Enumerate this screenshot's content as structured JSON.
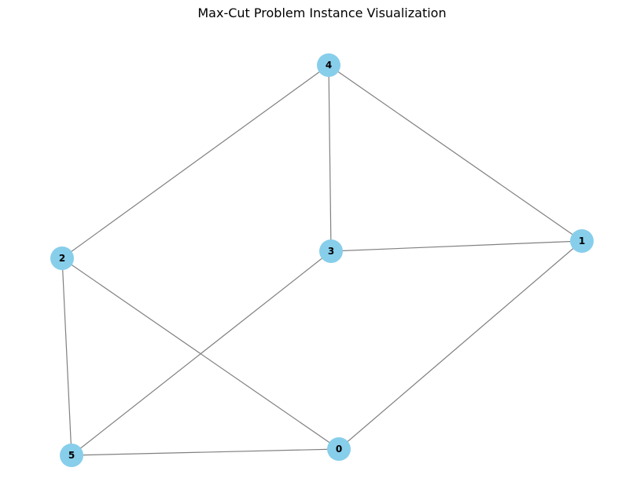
{
  "title": "Max-Cut Problem Instance Visualization",
  "colors": {
    "node": "#87ceeb",
    "edge": "#808080",
    "label": "#000000",
    "background": "#ffffff"
  },
  "graph": {
    "nodes": [
      {
        "id": "0"
      },
      {
        "id": "1"
      },
      {
        "id": "2"
      },
      {
        "id": "3"
      },
      {
        "id": "4"
      },
      {
        "id": "5"
      }
    ],
    "edges": [
      {
        "source": "4",
        "target": "2"
      },
      {
        "source": "4",
        "target": "3"
      },
      {
        "source": "4",
        "target": "1"
      },
      {
        "source": "3",
        "target": "1"
      },
      {
        "source": "3",
        "target": "5"
      },
      {
        "source": "2",
        "target": "5"
      },
      {
        "source": "2",
        "target": "0"
      },
      {
        "source": "5",
        "target": "0"
      },
      {
        "source": "0",
        "target": "1"
      }
    ]
  }
}
